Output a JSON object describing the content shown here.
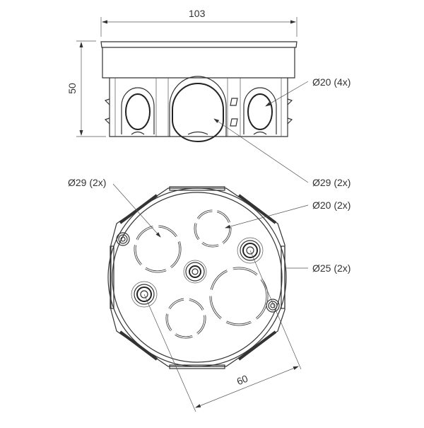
{
  "drawing": {
    "subject": "round flush-mounted junction box",
    "side_view": {
      "width_dimension": "103",
      "height_dimension": "50",
      "callouts": [
        {
          "label": "Ø20 (4x)"
        },
        {
          "label": "Ø29 (2x)"
        }
      ]
    },
    "top_view": {
      "callouts": [
        {
          "label": "Ø29 (2x)"
        },
        {
          "label": "Ø20 (2x)"
        },
        {
          "label": "Ø25 (2x)"
        }
      ],
      "screw_distance_dimension": "60"
    },
    "colors": {
      "line": "#333333",
      "background": "#ffffff"
    }
  }
}
